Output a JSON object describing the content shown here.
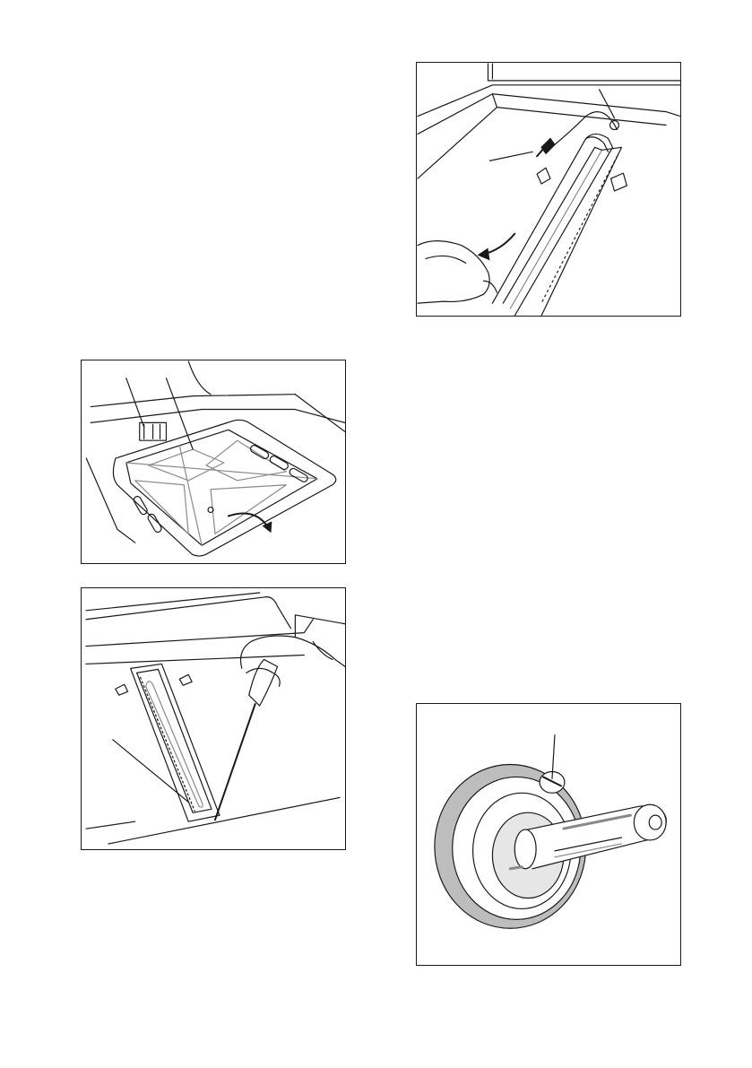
{
  "page": {
    "figures": [
      {
        "id": "tray",
        "depicts": "oven-floor-tray-removal"
      },
      {
        "id": "screwdriver",
        "depicts": "burner-screw-removal"
      },
      {
        "id": "burner",
        "depicts": "burner-pull-out"
      },
      {
        "id": "injector",
        "depicts": "burner-injector-closeup"
      }
    ]
  },
  "colors": {
    "line": "#1a1a1a",
    "shade": "#bdbdbd",
    "background": "#ffffff"
  },
  "icons": [
    "arrow-curved-icon",
    "hand-icon",
    "screwdriver-icon",
    "injector-icon"
  ]
}
